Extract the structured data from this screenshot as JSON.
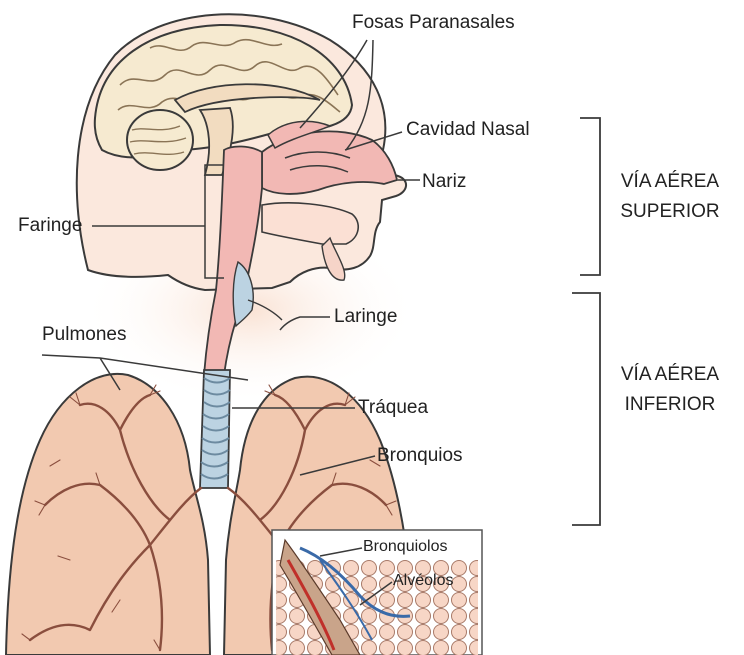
{
  "labels": {
    "fosas": "Fosas Paranasales",
    "cavidad": "Cavidad Nasal",
    "nariz": "Nariz",
    "faringe": "Faringe",
    "laringe": "Laringe",
    "pulmones": "Pulmones",
    "traquea": "Tráquea",
    "bronquios": "Bronquios",
    "bronquiolos": "Bronquiolos",
    "alveolos": "Alvéolos"
  },
  "groups": {
    "superior": [
      "VÍA AÉREA",
      "SUPERIOR"
    ],
    "inferior": [
      "VÍA AÉREA",
      "INFERIOR"
    ]
  },
  "colors": {
    "skin": "#f3d6c4",
    "brain": "#f6ead0",
    "airway": "#f2b8b4",
    "trachea": "#bcd3e2",
    "lung": "#f2c9b0",
    "bronchi": "#8a4e3e",
    "line": "#3a3a3a"
  }
}
